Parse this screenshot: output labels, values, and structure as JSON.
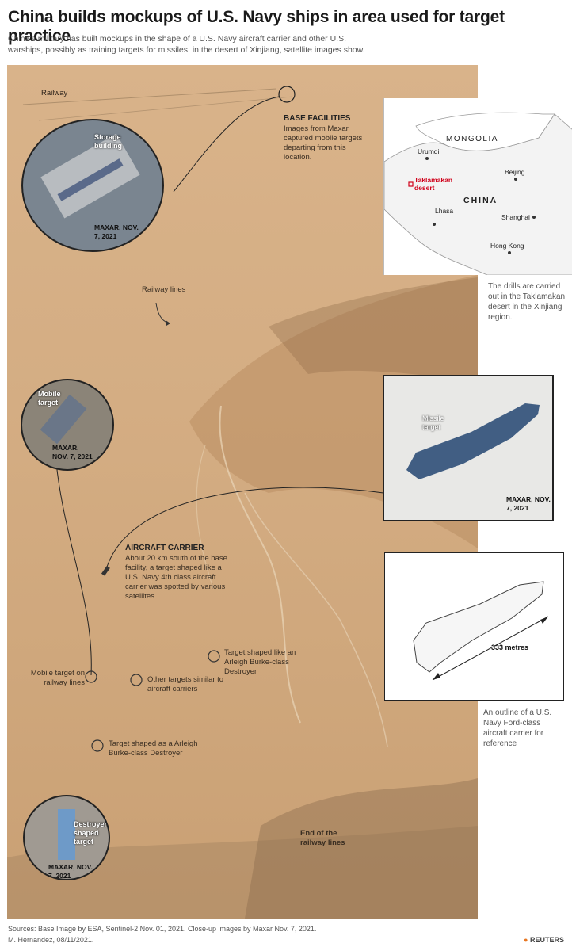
{
  "header": {
    "title": "China builds mockups of U.S. Navy ships in area used for target practice",
    "subtitle": "China’s military has built mockups in the shape of a U.S. Navy aircraft carrier and other U.S. warships, possibly as training targets for missiles, in the desert of Xinjiang, satellite images show."
  },
  "map_labels": {
    "railway": "Railway",
    "railway_lines": "Railway lines",
    "end_of_railway": "End of the railway lines",
    "mobile_target_railway": "Mobile target on railway lines",
    "other_targets": "Other targets similar to aircraft carriers",
    "burke_target_1": "Target shaped like an Arleigh Burke-class Destroyer",
    "burke_target_2": "Target shaped as a Arleigh Burke-class Destroyer"
  },
  "base_facilities": {
    "heading": "BASE FACILITIES",
    "text": "Images from Maxar captured mobile targets departing from this location."
  },
  "aircraft_carrier": {
    "heading": "AIRCRAFT CARRIER",
    "text": "About 20 km south of the base facility, a target shaped like a U.S. Navy 4th class aircraft carrier was spotted by various satellites."
  },
  "closeups": {
    "storage": {
      "label": "Storage building",
      "credit": "MAXAR, NOV. 7, 2021"
    },
    "mobile": {
      "label": "Mobile target",
      "credit": "MAXAR, NOV. 7, 2021"
    },
    "missile": {
      "label": "Missile target",
      "credit": "MAXAR, NOV. 7, 2021"
    },
    "destroyer": {
      "label": "Destroyer shaped target",
      "credit": "MAXAR, NOV. 7, 2021"
    }
  },
  "locator": {
    "mongolia": "MONGOLIA",
    "china": "CHINA",
    "urumqi": "Urumqi",
    "beijing": "Beijing",
    "lhasa": "Lhasa",
    "shanghai": "Shanghai",
    "hong_kong": "Hong Kong",
    "desert": "Taklamakan desert",
    "caption": "The drills are carried out in the Taklamakan desert in the Xinjiang region."
  },
  "carrier_outline": {
    "measure": "333 metres",
    "caption": "An outline of a U.S. Navy Ford-class aircraft carrier for reference"
  },
  "footer": {
    "sources": "Sources: Base Image by ESA, Sentinel-2 Nov. 01, 2021. Close-up images by Maxar Nov. 7, 2021.",
    "byline": "M. Hernandez, 08/11/2021.",
    "logo": "REUTERS"
  },
  "colors": {
    "desert": "#d4ad83",
    "accent_red": "#d0021b",
    "missile_target": "#2f4f78"
  }
}
